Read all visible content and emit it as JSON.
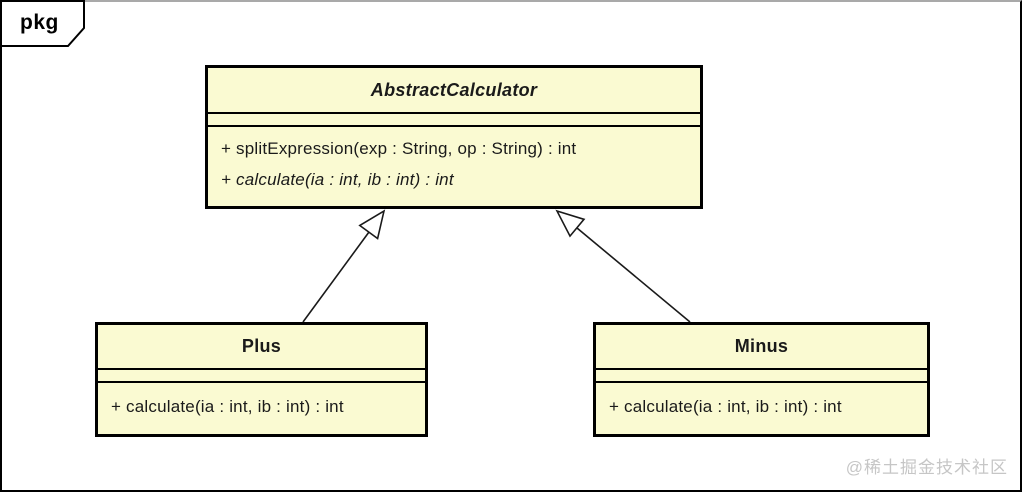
{
  "frame": {
    "package_label": "pkg"
  },
  "diagram": {
    "type": "uml-class-diagram",
    "classes": [
      {
        "name": "AbstractCalculator",
        "abstract": true,
        "attributes": [],
        "methods": [
          {
            "text": "+ splitExpression(exp : String, op : String) : int",
            "abstract": false
          },
          {
            "text": "+ calculate(ia : int, ib : int) : int",
            "abstract": true
          }
        ]
      },
      {
        "name": "Plus",
        "abstract": false,
        "attributes": [],
        "methods": [
          {
            "text": "+ calculate(ia : int, ib : int) : int",
            "abstract": false
          }
        ]
      },
      {
        "name": "Minus",
        "abstract": false,
        "attributes": [],
        "methods": [
          {
            "text": "+ calculate(ia : int, ib : int) : int",
            "abstract": false
          }
        ]
      }
    ],
    "relations": [
      {
        "from": "Plus",
        "to": "AbstractCalculator",
        "type": "generalization"
      },
      {
        "from": "Minus",
        "to": "AbstractCalculator",
        "type": "generalization"
      }
    ]
  },
  "watermark": {
    "text": "@稀土掘金技术社区"
  },
  "colors": {
    "class_fill": "#fafad2",
    "class_border": "#000000",
    "line": "#1a1a1a",
    "frame_border": "#000000",
    "frame_top": "#a9a9a9",
    "watermark": "#c6c6c6",
    "background": "#ffffff"
  }
}
